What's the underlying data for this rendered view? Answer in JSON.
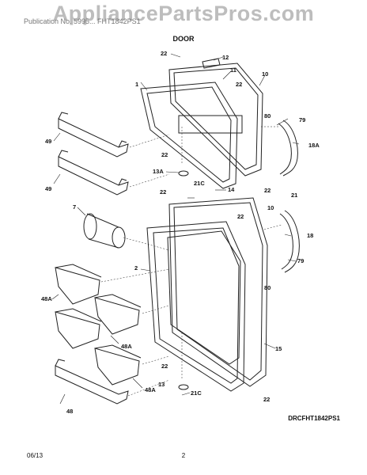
{
  "watermark": "AppliancePartsPros.com",
  "header": {
    "model_line": "Publication No. 5995... FHT1842PS1",
    "section_title": "DOOR"
  },
  "diagram_code": "DRCFHT1842PS1",
  "footer": {
    "date": "06/13",
    "page": "2"
  },
  "callouts": [
    "22",
    "12",
    "1",
    "11",
    "10",
    "22",
    "49",
    "80",
    "79",
    "18A",
    "22",
    "13A",
    "21C",
    "49",
    "22",
    "14",
    "22",
    "21",
    "7",
    "22",
    "10",
    "18",
    "2",
    "79",
    "80",
    "48A",
    "15",
    "48A",
    "22",
    "13",
    "21C",
    "48A",
    "48",
    "22"
  ]
}
